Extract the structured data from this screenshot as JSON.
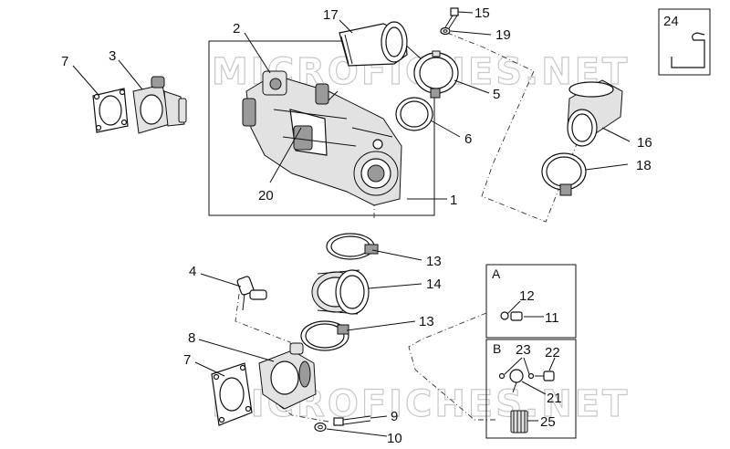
{
  "watermarks": [
    "MICROFICHES.NET",
    "MICROFICHES.NET"
  ],
  "callouts": [
    {
      "id": "c2",
      "text": "2"
    },
    {
      "id": "c3",
      "text": "3"
    },
    {
      "id": "c7a",
      "text": "7"
    },
    {
      "id": "c17",
      "text": "17"
    },
    {
      "id": "c15",
      "text": "15"
    },
    {
      "id": "c19",
      "text": "19"
    },
    {
      "id": "c5",
      "text": "5"
    },
    {
      "id": "c6",
      "text": "6"
    },
    {
      "id": "c16",
      "text": "16"
    },
    {
      "id": "c18",
      "text": "18"
    },
    {
      "id": "c1",
      "text": "1"
    },
    {
      "id": "c20",
      "text": "20"
    },
    {
      "id": "c24",
      "text": "24"
    },
    {
      "id": "c13a",
      "text": "13"
    },
    {
      "id": "c14",
      "text": "14"
    },
    {
      "id": "c13b",
      "text": "13"
    },
    {
      "id": "c4",
      "text": "4"
    },
    {
      "id": "c8",
      "text": "8"
    },
    {
      "id": "c7b",
      "text": "7"
    },
    {
      "id": "c9",
      "text": "9"
    },
    {
      "id": "c10",
      "text": "10"
    },
    {
      "id": "c12",
      "text": "12"
    },
    {
      "id": "c11",
      "text": "11"
    },
    {
      "id": "c23",
      "text": "23"
    },
    {
      "id": "c22",
      "text": "22"
    },
    {
      "id": "c21",
      "text": "21"
    },
    {
      "id": "c25",
      "text": "25"
    }
  ],
  "detail_boxes": [
    {
      "id": "A",
      "label": "A"
    },
    {
      "id": "B",
      "label": "B"
    }
  ]
}
